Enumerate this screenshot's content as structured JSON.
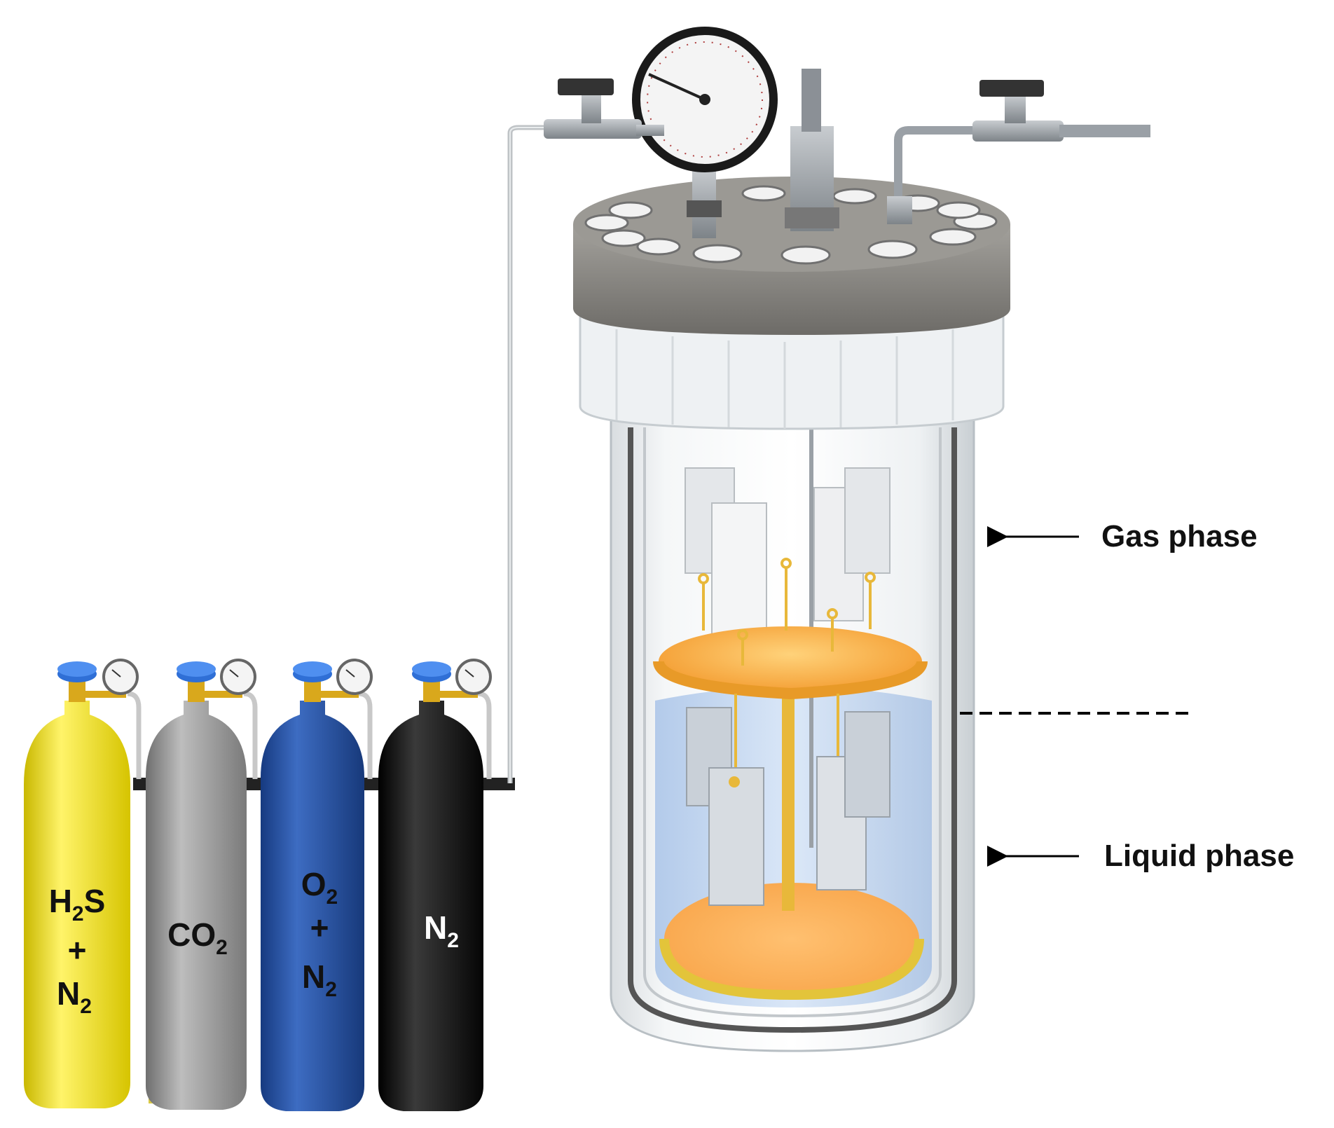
{
  "labels": {
    "gas_phase": "Gas phase",
    "liquid_phase": "Liquid phase"
  },
  "cylinders": [
    {
      "id": "h2s-n2",
      "color": "#f4e515",
      "text_color": "#111111",
      "line1": "H",
      "line1_sub": "2",
      "line1_tail": "S",
      "line2": "+",
      "line3": "N",
      "line3_sub": "2"
    },
    {
      "id": "co2",
      "color": "#9a9a9a",
      "text_color": "#111111",
      "line1": "CO",
      "line1_sub": "2"
    },
    {
      "id": "o2-n2",
      "color": "#1e4a9a",
      "text_color": "#111111",
      "line1": "O",
      "line1_sub": "2",
      "line2": "+",
      "line3": "N",
      "line3_sub": "2"
    },
    {
      "id": "n2",
      "color": "#151515",
      "text_color": "#ffffff",
      "line1": "N",
      "line1_sub": "2"
    }
  ],
  "colors": {
    "valve_blue": "#2f6fd6",
    "brass": "#d9a81c",
    "lid_gray": "#8c8a86",
    "copper_disk": "#f5a640",
    "liquid_blue": "#bcd4f2",
    "steel": "#9aa0a6"
  }
}
